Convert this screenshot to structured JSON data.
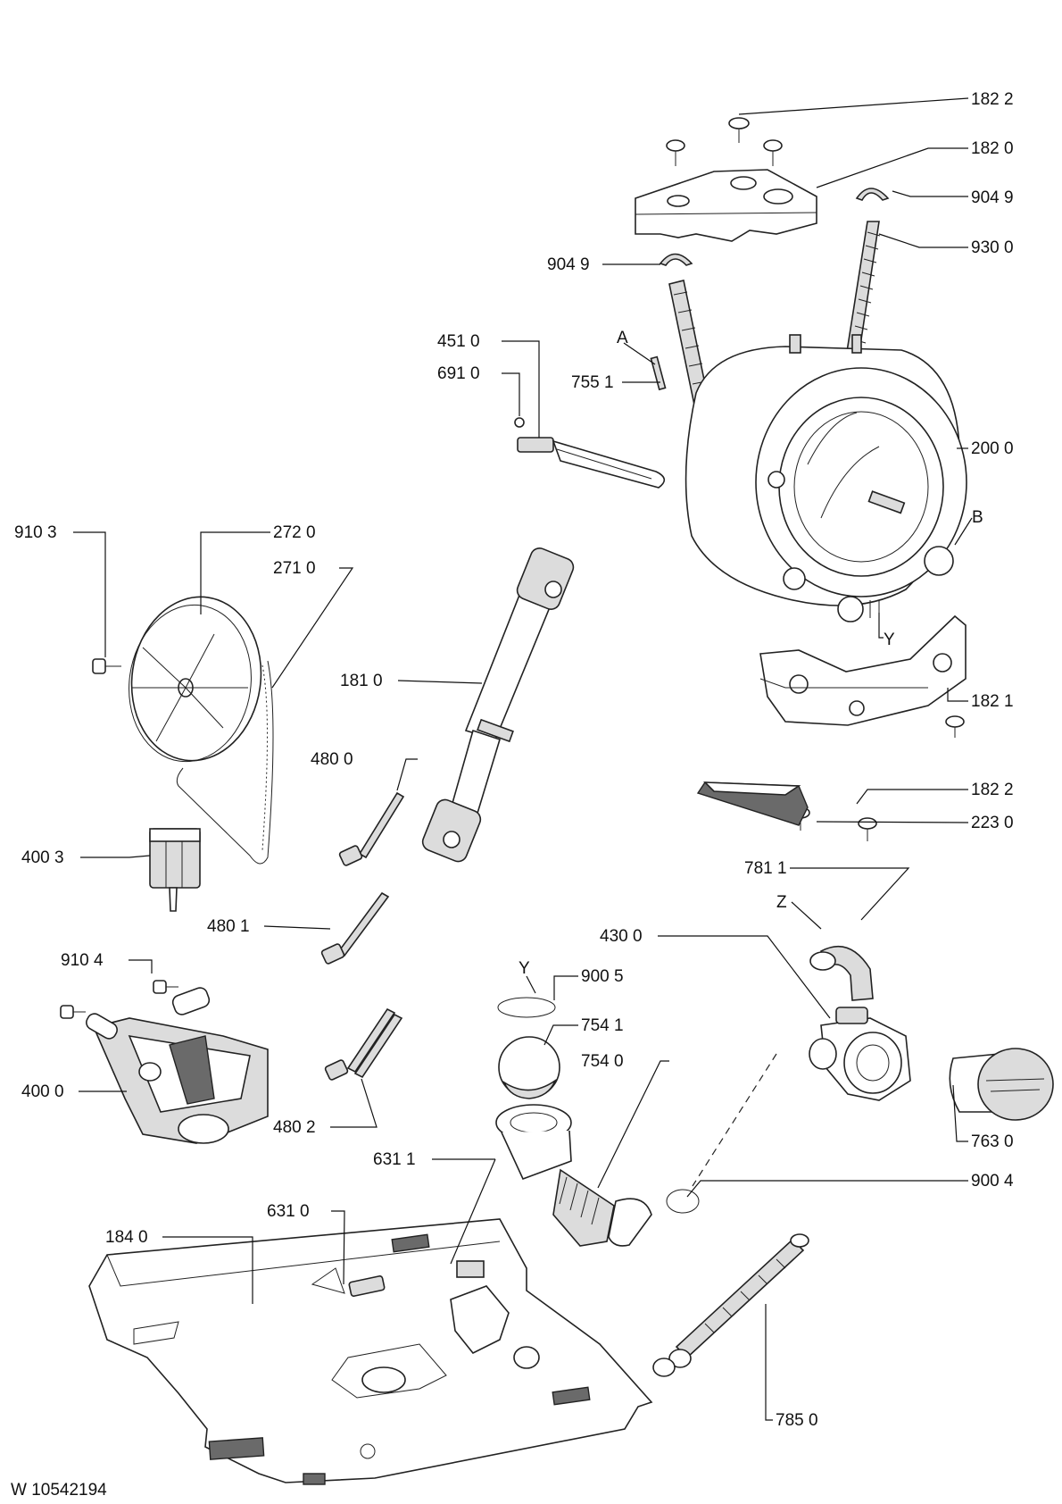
{
  "document_id": "W 10542194",
  "callouts": {
    "c1822a": "182 2",
    "c1820": "182 0",
    "c9049a": "904 9",
    "c9049b": "904 9",
    "c9300": "930 0",
    "c4510": "451 0",
    "c6910": "691 0",
    "cA": "A",
    "c7551": "755 1",
    "c2000": "200 0",
    "cB": "B",
    "c9103": "910 3",
    "c2720": "272 0",
    "c2710": "271 0",
    "cY1": "Y",
    "c1821": "182 1",
    "c1810": "181 0",
    "c4800": "480 0",
    "c1822b": "182 2",
    "c2230": "223 0",
    "c4003": "400 3",
    "c7811": "781 1",
    "cZ": "Z",
    "c4801": "480 1",
    "c4300": "430 0",
    "c9104": "910 4",
    "cY2": "Y",
    "c9005": "900 5",
    "c7541": "754 1",
    "c7540": "754 0",
    "c4000": "400 0",
    "c4802": "480 2",
    "c7630": "763 0",
    "c9004": "900 4",
    "c6311": "631 1",
    "c6310": "631 0",
    "c1840": "184 0",
    "c7850": "785 0"
  }
}
